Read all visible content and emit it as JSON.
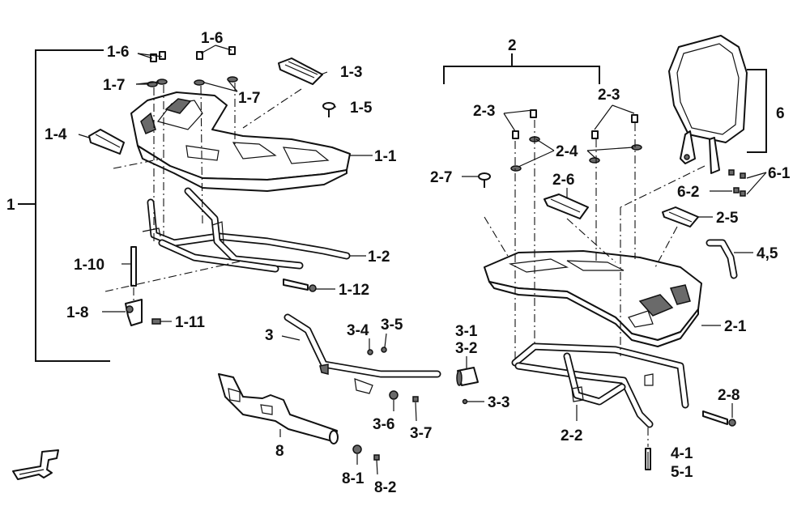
{
  "labels": {
    "g1": "1",
    "p1_1": "1-1",
    "p1_2": "1-2",
    "p1_3": "1-3",
    "p1_4": "1-4",
    "p1_5": "1-5",
    "p1_6a": "1-6",
    "p1_6b": "1-6",
    "p1_7a": "1-7",
    "p1_7b": "1-7",
    "p1_8": "1-8",
    "p1_10": "1-10",
    "p1_11": "1-11",
    "p1_12": "1-12",
    "g2": "2",
    "p2_1": "2-1",
    "p2_2": "2-2",
    "p2_3a": "2-3",
    "p2_3b": "2-3",
    "p2_4": "2-4",
    "p2_5": "2-5",
    "p2_6": "2-6",
    "p2_7": "2-7",
    "p2_8": "2-8",
    "p3": "3",
    "p3_1": "3-1",
    "p3_2": "3-2",
    "p3_3": "3-3",
    "p3_4": "3-4",
    "p3_5": "3-5",
    "p3_6": "3-6",
    "p3_7": "3-7",
    "p4_1": "4-1",
    "p4_5": "4,5",
    "p5_1": "5-1",
    "p6": "6",
    "p6_1": "6-1",
    "p6_2": "6-2",
    "p8": "8",
    "p8_1": "8-1",
    "p8_2": "8-2"
  },
  "icons": {
    "front_arrow": "front-direction-icon"
  },
  "colors": {
    "ink": "#111111",
    "paper": "#ffffff",
    "shade": "#6a6a6a"
  }
}
